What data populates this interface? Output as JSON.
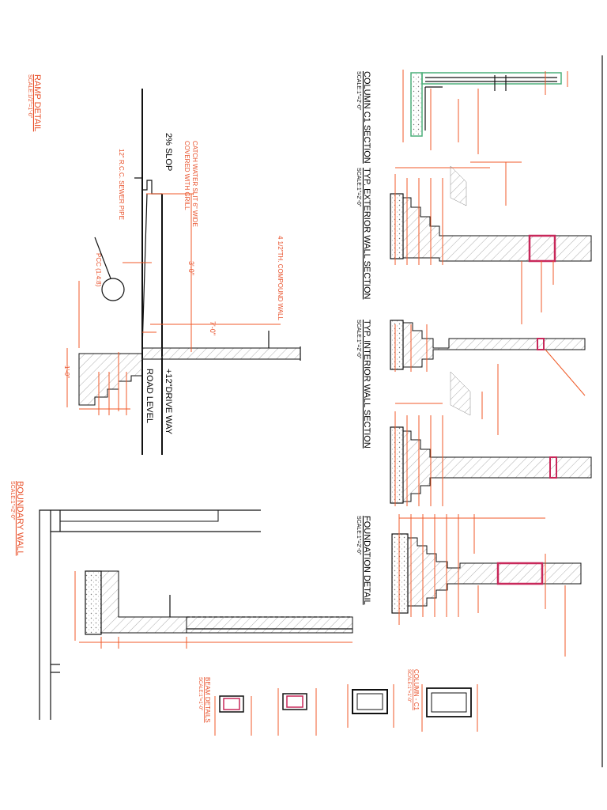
{
  "sheet": {
    "column_c1_section": {
      "title": "COLUMN C1 SECTION",
      "scale": "SCALE:1\"=2'-0\""
    },
    "typ_exterior_wall_section": {
      "title": "TYP. EXTERIOR WALL SECTION",
      "scale": "SCALE:1\"=2'-0\""
    },
    "typ_interior_wall_section": {
      "title": "TYP. INTERIOR WALL SECTION",
      "scale": "SCALE:1\"=2'-0\""
    },
    "foundation_detail": {
      "title": "FOUNDATION DETAIL",
      "scale": "SCALE:1\"=2'-0\""
    },
    "ramp_detail": {
      "title": "RAMP DETAIL",
      "scale": "SCALE:1/2\"=1'-0\"",
      "slope": "2% SLOP",
      "catch_water": "CATCH WATER SLIT 6\" WIDE",
      "covered": "COVERED WITH GRILL",
      "rcc_pipe": "12\" R.C.C. SEWER PIPE",
      "pcc": "PCC (1:4:8)",
      "boundary_wall_note": "4 1/2\"TH. COMPOUND WALL",
      "dim_7_0": "7'-0\"",
      "dim_3_0": "3'-0\"",
      "drive_way": "+12\"DRIVE WAY",
      "road_level": "ROAD LEVEL",
      "dim_small": "1'-0\""
    },
    "boundary_wall": {
      "title": "BOUNDARY WALL",
      "scale": "SCALE:1\"=2'-0\""
    },
    "beam_details": {
      "title": "BEAM DETAILS",
      "scale": "SCALE:1\"=1'-0\""
    },
    "column_c1": {
      "title": "COLUMN - C1",
      "scale": "SCALE:1\"=1'-0\""
    }
  },
  "colors": {
    "dimension": "#f05a28",
    "ink": "#111111",
    "beam": "#c8285a",
    "column_fill": "#4caf7a"
  }
}
